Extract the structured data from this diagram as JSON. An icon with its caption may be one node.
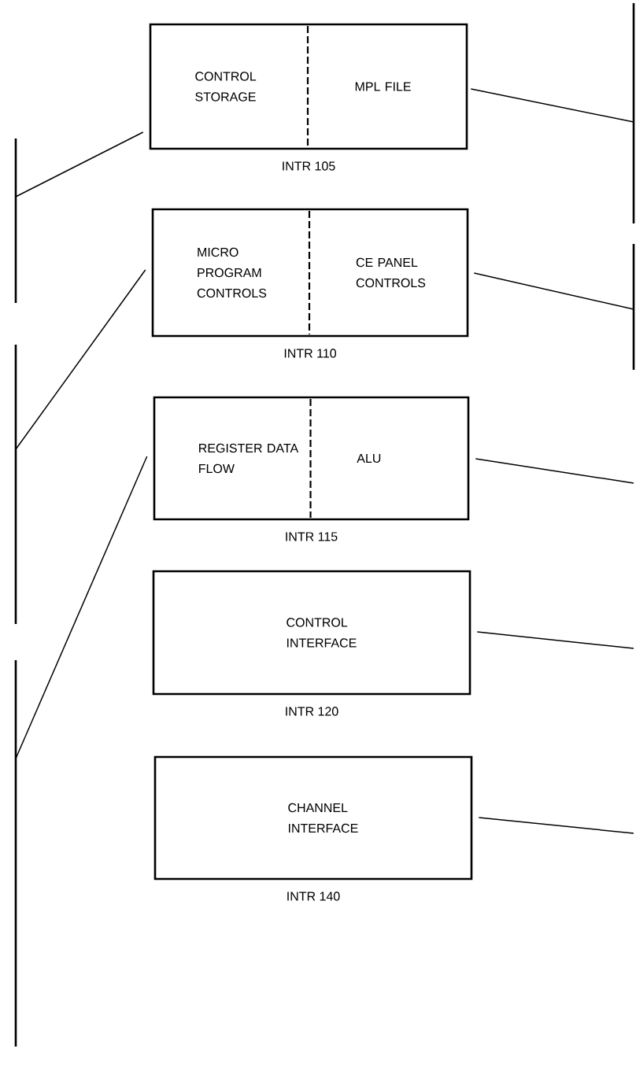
{
  "diagram": {
    "nodes": [
      {
        "text": [
          "CONTROL STORAGE",
          "MPL FILE"
        ],
        "beside": [
          "INTR 105"
        ]
      },
      {
        "text": [
          "MICRO PROGRAM CONTROLS",
          "CE PANEL CONTROLS"
        ],
        "beside": [
          "INTR 110"
        ]
      },
      {
        "text": [
          "REGISTER DATA FLOW",
          "ALU"
        ],
        "beside": [
          "INTR 115"
        ]
      },
      {
        "text": [
          "CONTROL INTERFACE"
        ],
        "beside": [
          "INTR 120"
        ]
      },
      {
        "text": [
          "CHANNEL INTERFACE"
        ],
        "beside": [
          "INTR 140"
        ]
      },
      {
        "text": [],
        "shape": "bar"
      },
      {
        "text": [],
        "shape": "bar"
      },
      {
        "text": [],
        "shape": "bar"
      },
      {
        "text": [],
        "shape": "bar"
      },
      {
        "text": [],
        "shape": "bar"
      }
    ],
    "edges": [
      {
        "from": 0,
        "to": 5,
        "arrow": "none"
      },
      {
        "from": 1,
        "to": 6,
        "arrow": "none"
      },
      {
        "from": 2,
        "to": 7,
        "arrow": "none"
      },
      {
        "from": 0,
        "to": 8,
        "arrow": "none"
      },
      {
        "from": 1,
        "to": 9,
        "arrow": "none"
      },
      {
        "from": 2,
        "to": null,
        "arrow": "none"
      },
      {
        "from": 3,
        "to": null,
        "arrow": "none"
      },
      {
        "from": 4,
        "to": null,
        "arrow": "none"
      }
    ]
  }
}
